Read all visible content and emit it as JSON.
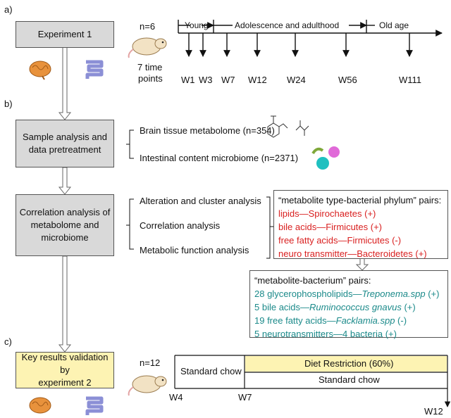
{
  "sections": {
    "a": "a)",
    "b": "b)",
    "c": "c)"
  },
  "boxes": {
    "experiment1": "Experiment 1",
    "sample_line1": "Sample analysis and",
    "sample_line2": "data pretreatment",
    "corr_line1": "Correlation analysis of",
    "corr_line2": "metabolome and",
    "corr_line3": "microbiome",
    "key_line1": "Key results validation by",
    "key_line2": "experiment 2"
  },
  "timeline_a": {
    "n": "n=6",
    "time_points_line1": "7 time",
    "time_points_line2": "points",
    "phases": [
      "Young",
      "Adolescence and adulthood",
      "Old age"
    ],
    "weeks": [
      "W1",
      "W3",
      "W7",
      "W12",
      "W24",
      "W56",
      "W111"
    ]
  },
  "sample_items": [
    "Brain tissue metabolome (n=354)",
    "Intestinal  content microbiome (n=2371)"
  ],
  "analysis_items": [
    "Alteration and cluster analysis",
    "Correlation analysis",
    "Metabolic function analysis"
  ],
  "phylum_pairs": {
    "title": "“metabolite type-bacterial phylum” pairs:",
    "items": [
      "lipids—Spirochaetes (+)",
      "bile acids—Firmicutes (+)",
      "free fatty acids—Firmicutes (-)",
      "neuro transmitter—Bacteroidetes (+)"
    ]
  },
  "bacterium_pairs": {
    "title": "“metabolite-bacterium” pairs:",
    "items": [
      {
        "prefix": "28 glycerophospholipids—",
        "italic": "Treponema.spp",
        "suffix": " (+)"
      },
      {
        "prefix": "5 bile acids—",
        "italic": "Ruminococcus gnavus",
        "suffix": " (+)"
      },
      {
        "prefix": "19 free fatty acids—",
        "italic": "Facklamia.spp",
        "suffix": " (-)"
      },
      {
        "prefix": "5 neurotransmitters—4 bacteria (+)",
        "italic": "",
        "suffix": ""
      }
    ]
  },
  "experiment2": {
    "n": "n=12",
    "standard_chow": "Standard chow",
    "diet_restriction": "Diet Restriction (60%)",
    "standard_chow_2": "Standard chow",
    "weeks": [
      "W4",
      "W7",
      "W12"
    ]
  },
  "colors": {
    "gray_box": "#d9d9d9",
    "yellow_box": "#fdf3b3",
    "red_text": "#d92020",
    "teal_text": "#1b8a8a"
  }
}
